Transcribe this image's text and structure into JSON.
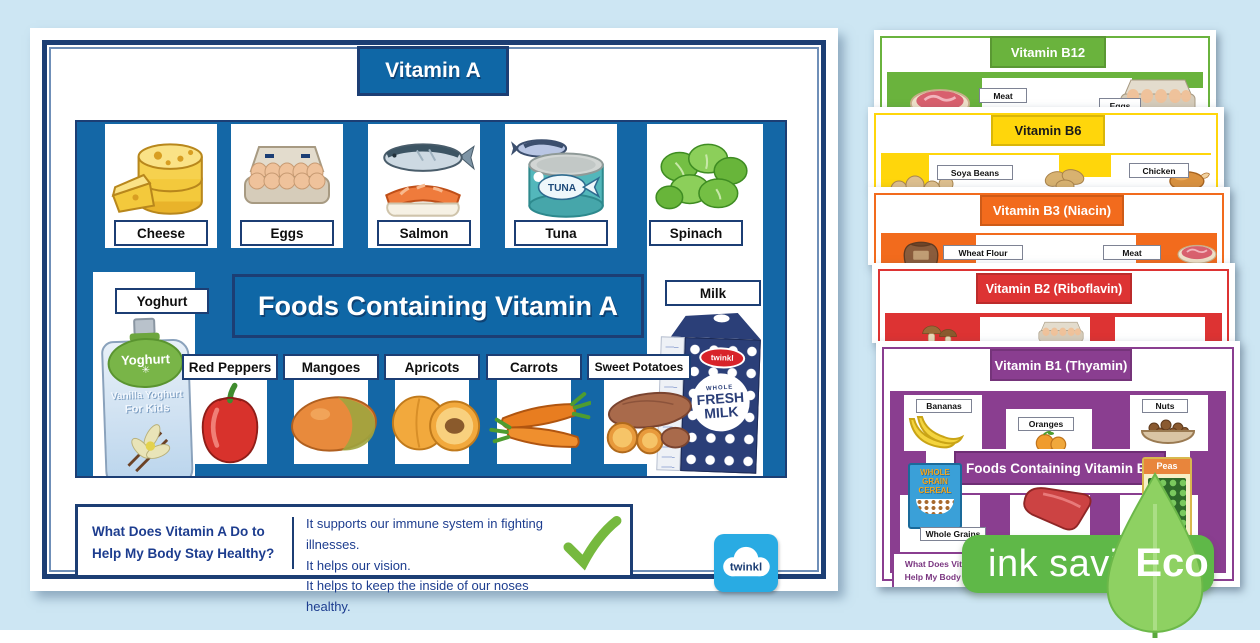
{
  "poster": {
    "title": "Vitamin A",
    "banner": "Foods Containing Vitamin A",
    "top_foods": [
      "Cheese",
      "Eggs",
      "Salmon",
      "Tuna",
      "Spinach"
    ],
    "left_food": "Yoghurt",
    "right_food": "Milk",
    "bottom_foods": [
      "Red Peppers",
      "Mangoes",
      "Apricots",
      "Carrots",
      "Sweet Potatoes"
    ],
    "question_line1": "What Does Vitamin A Do to",
    "question_line2": "Help My Body Stay Healthy?",
    "answers": [
      "It supports our immune system in fighting illnesses.",
      "It helps our vision.",
      "It helps to keep the inside of our noses healthy."
    ],
    "tuna_can_text": "TUNA",
    "yoghurt_pack": {
      "name": "Yoghurt",
      "line1": "Vanilla Yoghurt",
      "line2": "For Kids"
    },
    "milk_pack": {
      "brand": "twinkl",
      "line1": "WHOLE",
      "line2": "FRESH",
      "line3": "MILK"
    }
  },
  "logo_text": "twinkl",
  "cards": {
    "b12": {
      "title": "Vitamin B12",
      "labels": [
        "Meat",
        "Eggs"
      ]
    },
    "b6": {
      "title": "Vitamin B6",
      "labels": [
        "Soya Beans",
        "Chicken"
      ]
    },
    "b3": {
      "title": "Vitamin B3 (Niacin)",
      "labels": [
        "Wheat Flour",
        "Meat"
      ]
    },
    "b2": {
      "title": "Vitamin B2 (Riboflavin)"
    },
    "b1": {
      "title": "Vitamin B1 (Thyamin)",
      "banner": "Foods Containing Vitamin B1",
      "labels": [
        "Bananas",
        "Oranges",
        "Nuts"
      ],
      "bottom_label": "Whole Grains",
      "cereal_lines": [
        "WHOLE",
        "GRAIN",
        "CEREAL"
      ],
      "peas_text": "Peas",
      "question_line1": "What Does Vitamin B1 Do to",
      "question_line2": "Help My Body Stay Healthy?"
    }
  },
  "badge": {
    "text": "ink saving",
    "eco": "Eco"
  },
  "colors": {
    "page_bg": "#cde6f3",
    "poster_blue": "#1467a6",
    "frame_navy": "#1c3e74",
    "b12_green": "#6ab33d",
    "b6_yellow": "#ffd60b",
    "b3_orange": "#f26b1d",
    "b2_red": "#dd3333",
    "b1_purple": "#8a3e90",
    "badge_green": "#5fb848",
    "leaf_green": "#8ed162",
    "check_green": "#76b93e",
    "twinkl_blue": "#29abe3"
  }
}
